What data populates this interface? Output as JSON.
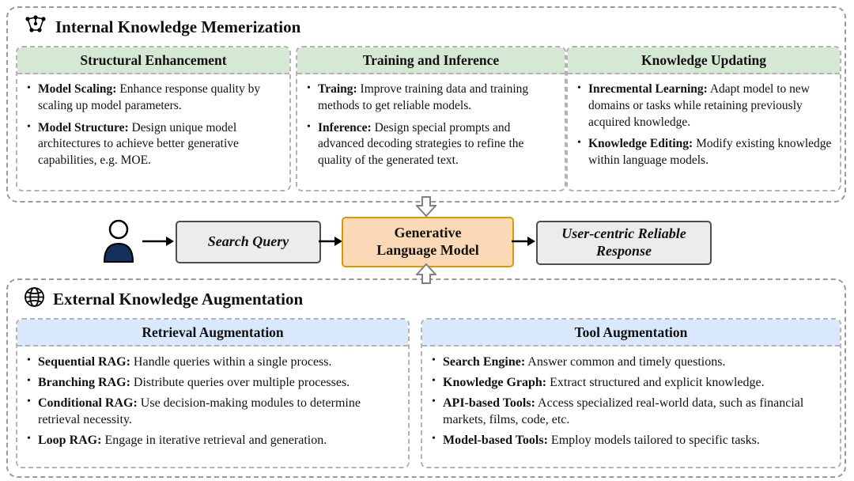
{
  "internal": {
    "title": "Internal Knowledge Memerization",
    "cards": [
      {
        "title": "Structural Enhancement",
        "items": [
          {
            "term": "Model Scaling:",
            "desc": "Enhance response quality by scaling up model parameters."
          },
          {
            "term": "Model Structure:",
            "desc": "Design unique model architectures to achieve better generative capabilities, e.g. MOE."
          }
        ]
      },
      {
        "title": "Training and Inference",
        "items": [
          {
            "term": "Traing:",
            "desc": "Improve training data and training methods to get reliable models."
          },
          {
            "term": "Inference:",
            "desc": "Design special prompts and advanced decoding strategies to refine the quality of the generated text."
          }
        ]
      },
      {
        "title": "Knowledge Updating",
        "items": [
          {
            "term": "Inrecmental Learning:",
            "desc": "Adapt model to new domains or tasks while retaining previously acquired knowledge."
          },
          {
            "term": "Knowledge Editing:",
            "desc": "Modify existing knowledge within language models."
          }
        ]
      }
    ]
  },
  "pipeline": {
    "search_query": "Search Query",
    "model": "Generative Language Model",
    "response": "User-centric Reliable Response"
  },
  "external": {
    "title": "External Knowledge Augmentation",
    "cards": [
      {
        "title": "Retrieval Augmentation",
        "items": [
          {
            "term": "Sequential RAG:",
            "desc": "Handle queries within a single process."
          },
          {
            "term": "Branching RAG:",
            "desc": "Distribute queries over multiple processes."
          },
          {
            "term": "Conditional RAG:",
            "desc": "Use decision-making modules to determine retrieval necessity."
          },
          {
            "term": "Loop RAG:",
            "desc": "Engage in iterative retrieval and generation."
          }
        ]
      },
      {
        "title": "Tool Augmentation",
        "items": [
          {
            "term": "Search Engine:",
            "desc": "Answer common and timely questions."
          },
          {
            "term": "Knowledge Graph:",
            "desc": "Extract structured and explicit knowledge."
          },
          {
            "term": "API-based Tools:",
            "desc": "Access specialized real-world data, such as financial markets, films, code, etc."
          },
          {
            "term": "Model-based Tools:",
            "desc": "Employ models tailored to specific tasks."
          }
        ]
      }
    ]
  },
  "icons": {
    "internal": "network-graph-icon",
    "external": "globe-icon",
    "user": "person-icon",
    "flow": "arrow-right-icon",
    "feed_down": "block-arrow-down-icon",
    "feed_up": "block-arrow-up-icon"
  },
  "colors": {
    "internal_header": "#d5e8d4",
    "external_header": "#dae8fc",
    "model_fill": "#fcd9b6",
    "model_border": "#d79b00",
    "io_fill": "#ececec",
    "dashed_border": "#999999"
  }
}
